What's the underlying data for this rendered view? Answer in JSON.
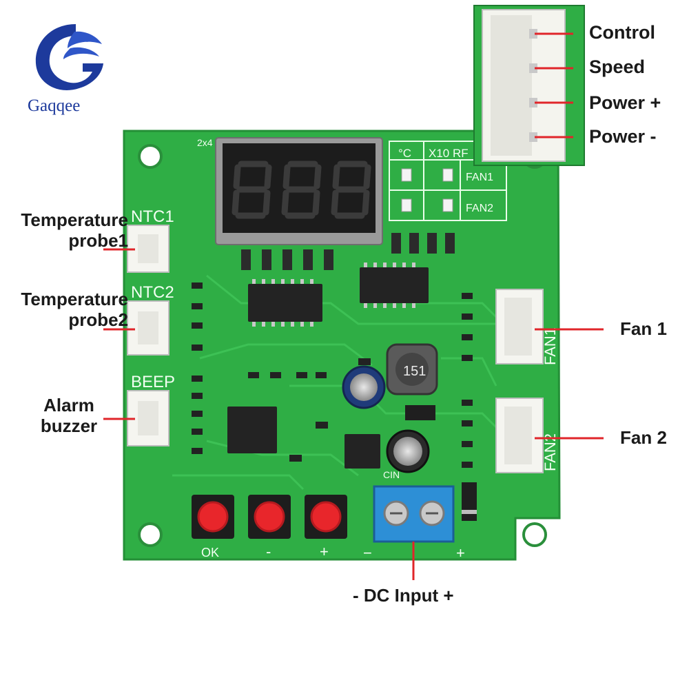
{
  "brand": {
    "name": "Gaqqee",
    "color": "#1d3a9c",
    "logo_icon": "stylized-g-logo-icon"
  },
  "connector_inset": {
    "pins": [
      {
        "label": "Control"
      },
      {
        "label": "Speed"
      },
      {
        "label": "Power +"
      },
      {
        "label": "Power -"
      }
    ]
  },
  "callouts": {
    "probe1": "Temperature\nprobe1",
    "probe2": "Temperature\nprobe2",
    "buzzer": "Alarm\nbuzzer",
    "fan1": "Fan 1",
    "fan2": "Fan 2",
    "dc_input": "- DC Input +"
  },
  "board_silkscreen": {
    "ntc1": "NTC1",
    "ntc2": "NTC2",
    "beep": "BEEP",
    "fan1": "FAN1",
    "fan2": "FAN2",
    "celsius": "°C",
    "x10": "X10 RF",
    "led_fan1": "FAN1",
    "led_fan2": "FAN2",
    "button_ok": "OK",
    "button_minus": "-",
    "button_plus": "+",
    "dc_minus": "−",
    "dc_plus": "+",
    "cin": "CIN",
    "display_label": "2x4",
    "inductor": "151"
  },
  "colors": {
    "pcb_green": "#2fae45",
    "callout_line": "#e0252a",
    "button_red": "#e8262b",
    "terminal_blue": "#2d8fd6"
  }
}
